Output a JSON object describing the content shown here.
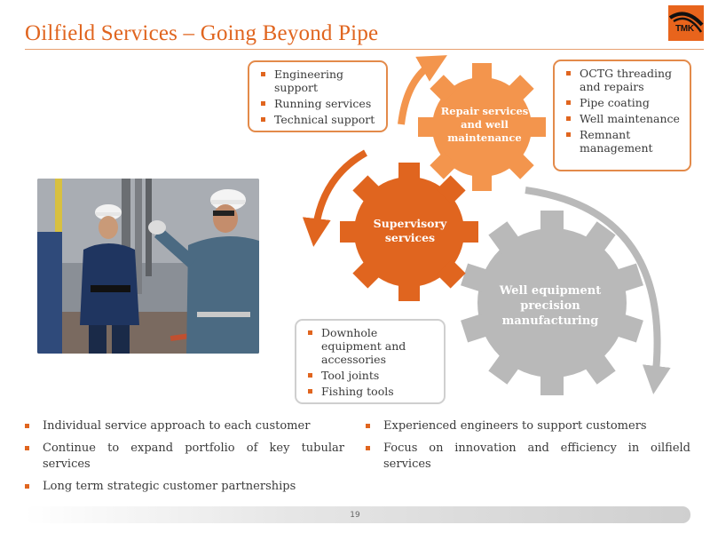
{
  "title": "Oilfield Services – Going Beyond Pipe",
  "logo": {
    "text": "TMK",
    "color": "#e8641c",
    "icon": "tmk-logo-icon"
  },
  "colors": {
    "accent": "#e0651f",
    "gear_dark_orange": "#e0651f",
    "gear_light_orange": "#f3954d",
    "gear_grey": "#b9b9b9"
  },
  "gears": {
    "repair": "Repair services and well maintenance",
    "supervisory": "Supervisory services",
    "manufacturing": "Well equipment precision manufacturing"
  },
  "boxes": {
    "supervisory_items": [
      "Engineering support",
      "Running services",
      "Technical support"
    ],
    "repair_items": [
      "OCTG threading and repairs",
      "Pipe coating",
      "Well maintenance",
      "Remnant management"
    ],
    "manufacturing_items": [
      "Downhole equipment and accessories",
      "Tool joints",
      "Fishing tools"
    ]
  },
  "bullets_left": [
    "Individual service approach to each customer",
    "Continue to expand portfolio of key tubular services",
    "Long term strategic customer partnerships"
  ],
  "bullets_right": [
    "Experienced engineers to support customers",
    "Focus on innovation and efficiency in oilfield services"
  ],
  "page_number": "19"
}
